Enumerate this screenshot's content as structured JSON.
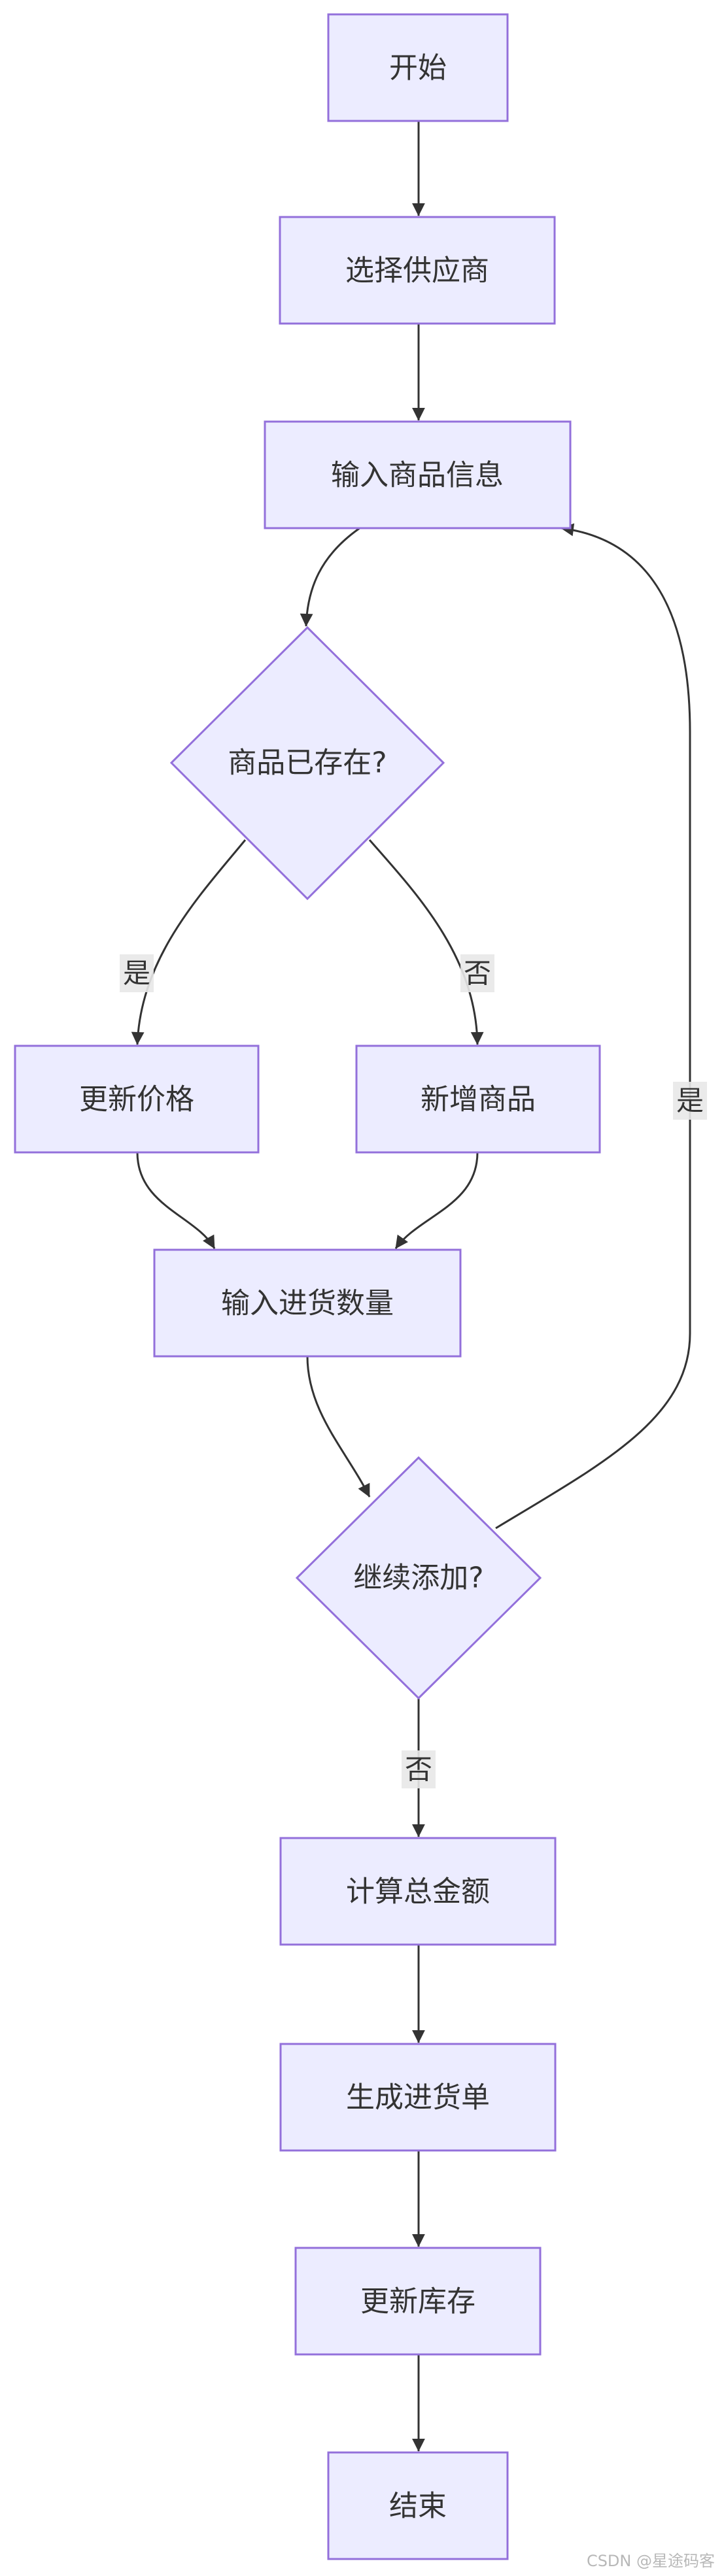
{
  "flowchart": {
    "nodes": {
      "start": "开始",
      "select_supplier": "选择供应商",
      "input_product_info": "输入商品信息",
      "product_exists": "商品已存在?",
      "update_price": "更新价格",
      "add_product": "新增商品",
      "input_quantity": "输入进货数量",
      "continue_adding": "继续添加?",
      "calculate_total": "计算总金额",
      "generate_order": "生成进货单",
      "update_stock": "更新库存",
      "end": "结束"
    },
    "edges": {
      "exists_yes": "是",
      "exists_no": "否",
      "continue_yes": "是",
      "continue_no": "否"
    },
    "colors": {
      "node_fill": "#ececff",
      "node_stroke": "#9370db",
      "edge": "#333333",
      "text": "#333333",
      "label_bg": "#e8e8e8"
    }
  },
  "watermark": "CSDN @星途码客"
}
